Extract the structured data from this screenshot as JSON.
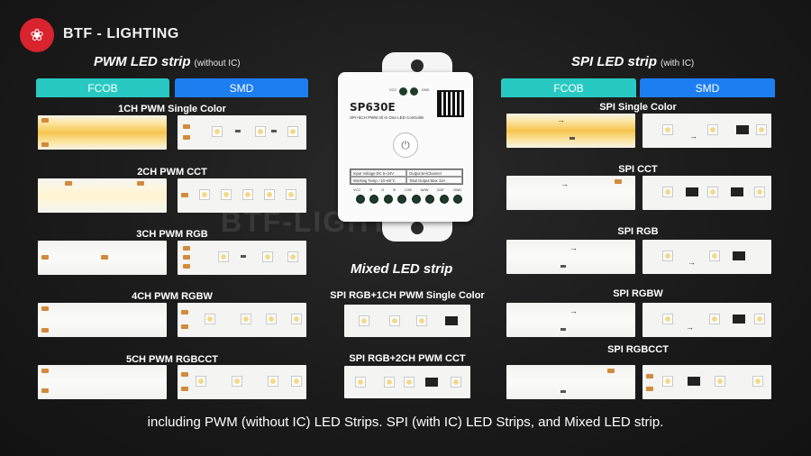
{
  "brand": {
    "name": "BTF - LIGHTING",
    "logo_glyph": "❀"
  },
  "watermark": "BTF-LIGHTING",
  "pwm": {
    "title": "PWM LED strip",
    "subtitle": "(without IC)",
    "col_fcob": "FCOB",
    "col_smd": "SMD",
    "rows": [
      {
        "label": "1CH PWM Single Color"
      },
      {
        "label": "2CH PWM CCT"
      },
      {
        "label": "3CH PWM RGB"
      },
      {
        "label": "4CH PWM RGBW"
      },
      {
        "label": "5CH PWM RGBCCT"
      }
    ]
  },
  "spi": {
    "title": "SPI LED strip",
    "subtitle": "(with IC)",
    "col_fcob": "FCOB",
    "col_smd": "SMD",
    "rows": [
      {
        "label": "SPI Single Color"
      },
      {
        "label": "SPI CCT"
      },
      {
        "label": "SPI RGB"
      },
      {
        "label": "SPI RGBW"
      },
      {
        "label": "SPI RGBCCT"
      }
    ]
  },
  "mixed": {
    "title": "Mixed LED strip",
    "rows": [
      {
        "label": "SPI RGB+1CH PWM Single Color"
      },
      {
        "label": "SPI RGB+2CH PWM CCT"
      }
    ]
  },
  "controller": {
    "model": "SP630E",
    "desc": "SPI+5CH PWM All In One LED Controller",
    "power_button_glyph": "⏻",
    "top_terminal_labels": [
      "VCC",
      "GND"
    ],
    "spec_cells": [
      "Input Voltage:DC 5~24V",
      "Output:6A/Channel",
      "Working Temp.:-10~60°C",
      "Total Output:Max 12A"
    ],
    "terminal_labels": [
      "VCC",
      "R",
      "G",
      "B",
      "C/W",
      "W/W",
      "DAT",
      "GND"
    ]
  },
  "caption": "including PWM (without IC) LED Strips. SPI (with IC) LED Strips, and Mixed LED strip."
}
